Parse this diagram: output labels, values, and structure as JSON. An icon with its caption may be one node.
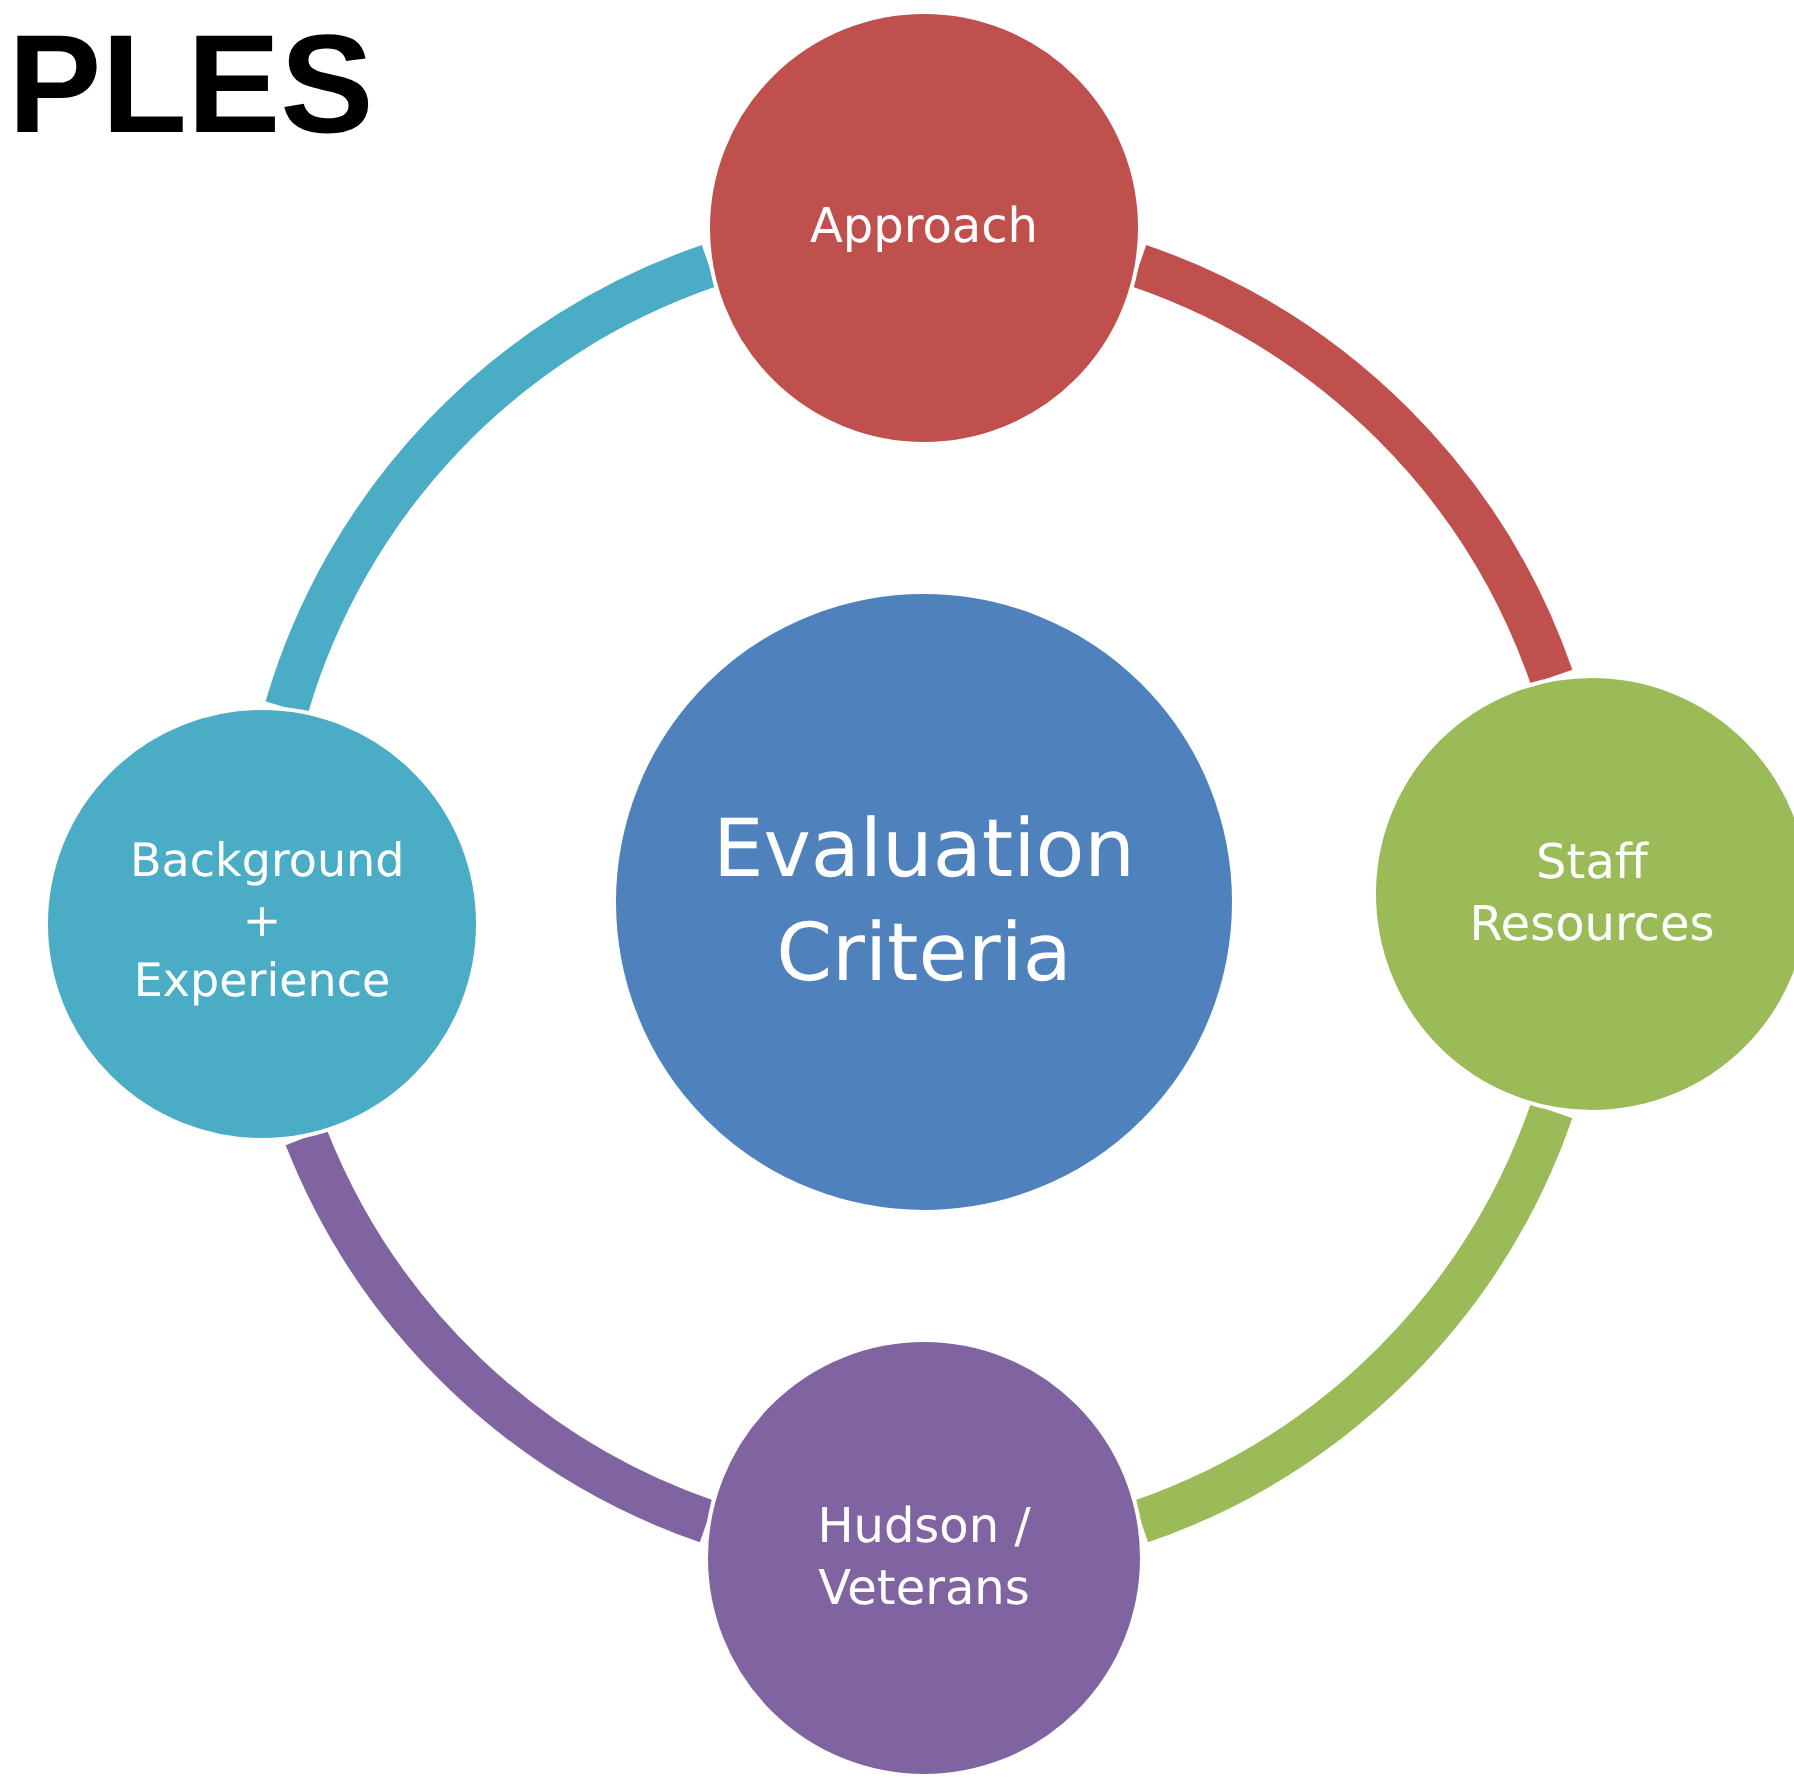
{
  "diagram": {
    "title": "PLES",
    "nodes": [
      {
        "text": [
          "Approach"
        ]
      },
      {
        "text": [
          "Background + Experience"
        ]
      },
      {
        "text": [
          "Evaluation Criteria"
        ]
      },
      {
        "text": [
          "Staff Resources"
        ]
      },
      {
        "text": [
          "Hudson / Veterans"
        ]
      }
    ],
    "edges": [
      {
        "from": 0,
        "to": 3,
        "arrow": "none",
        "color": "#c0504d"
      },
      {
        "from": 3,
        "to": 4,
        "arrow": "none",
        "color": "#9bbb59"
      },
      {
        "from": 4,
        "to": 1,
        "arrow": "none",
        "color": "#8064a2"
      },
      {
        "from": 1,
        "to": 0,
        "arrow": "none",
        "color": "#4bacc6"
      }
    ]
  }
}
